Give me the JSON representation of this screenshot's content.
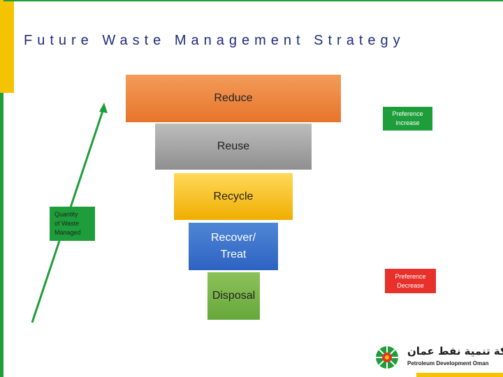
{
  "title": "Future Waste Management Strategy",
  "tiers": [
    {
      "label": "Reduce"
    },
    {
      "label": "Reuse"
    },
    {
      "label": "Recycle"
    },
    {
      "label_line1": "Recover/",
      "label_line2": "Treat"
    },
    {
      "label": "Disposal"
    }
  ],
  "preference_increase": {
    "line1": "Preference",
    "line2": "increase"
  },
  "preference_decrease": {
    "line1": "Preference",
    "line2": "Decrease"
  },
  "quantity_label": {
    "line1": "Quantity",
    "line2": "of Waste",
    "line3": "Managed"
  },
  "logo": {
    "arabic": "شركة تنمية نفط عمان",
    "english": "Petroleum Development Oman"
  },
  "colors": {
    "reduce": "#e8742b",
    "reuse": "#8f8f8f",
    "recycle": "#f0ad00",
    "recover": "#2d63c1",
    "disposal": "#65a83b",
    "green": "#1e9e3a",
    "red": "#e8312a",
    "yellow": "#f5c400",
    "title": "#1f2d7a"
  }
}
